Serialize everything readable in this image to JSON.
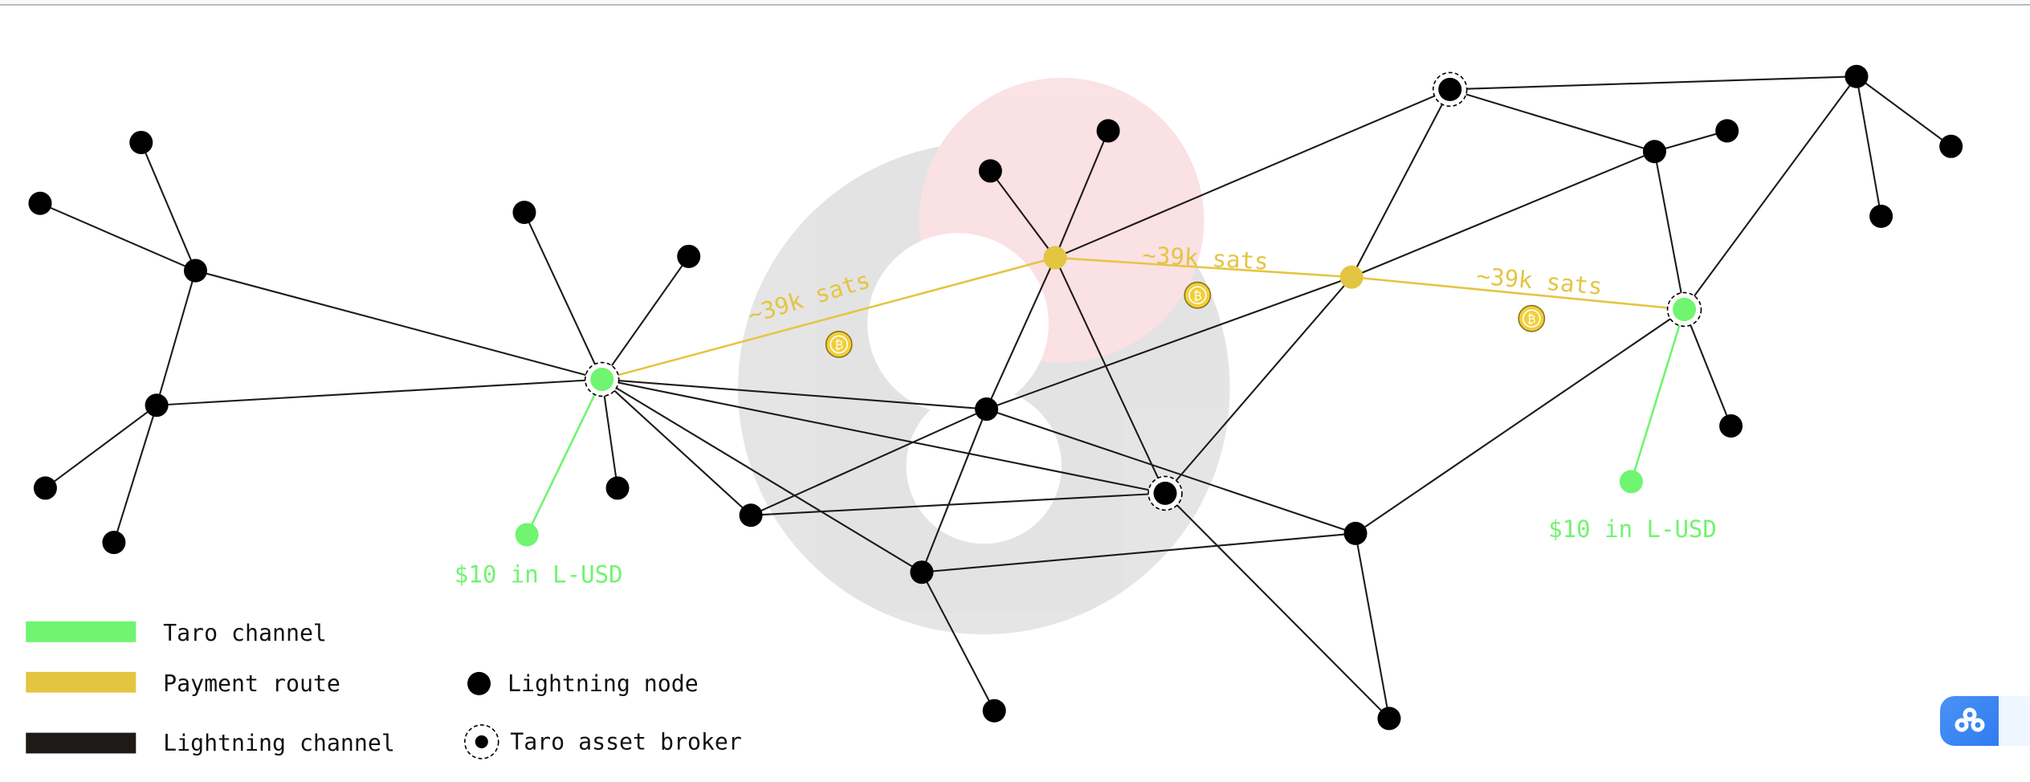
{
  "colors": {
    "taro": "#6ff56f",
    "route": "#e4c542",
    "channel": "#1e1a18",
    "node": "#000000"
  },
  "route_labels": [
    "~39k sats",
    "~39k sats",
    "~39k sats"
  ],
  "taro_labels": [
    "$10 in L-USD",
    "$10 in L-USD"
  ],
  "legend": {
    "taro_channel": "Taro channel",
    "payment_route": "Payment route",
    "lightning_channel": "Lightning channel",
    "lightning_node": "Lightning node",
    "taro_asset_broker": "Taro asset broker"
  },
  "icons": {
    "coin": "bitcoin-coin-icon",
    "widget": "cloud-app-icon"
  }
}
